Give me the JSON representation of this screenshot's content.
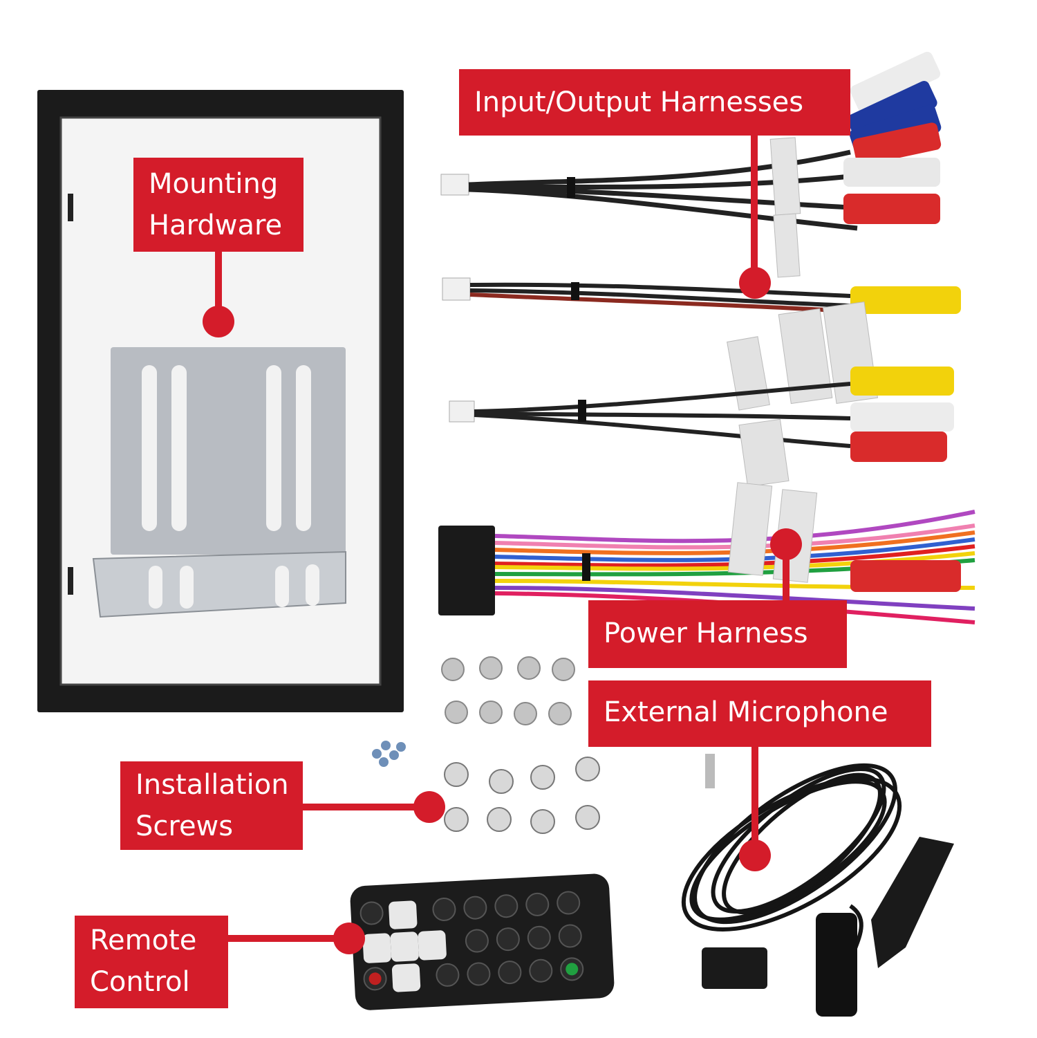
{
  "callouts": {
    "input_output": {
      "text": "Input/Output Harnesses"
    },
    "mounting": {
      "line1": "Mounting",
      "line2": "Hardware"
    },
    "power": {
      "text": "Power Harness"
    },
    "microphone": {
      "text": "External Microphone"
    },
    "screws": {
      "line1": "Installation",
      "line2": "Screws"
    },
    "remote": {
      "line1": "Remote",
      "line2": "Control"
    }
  },
  "colors": {
    "callout": "#d41c2a",
    "callout_text": "#ffffff",
    "background": "#ffffff"
  }
}
